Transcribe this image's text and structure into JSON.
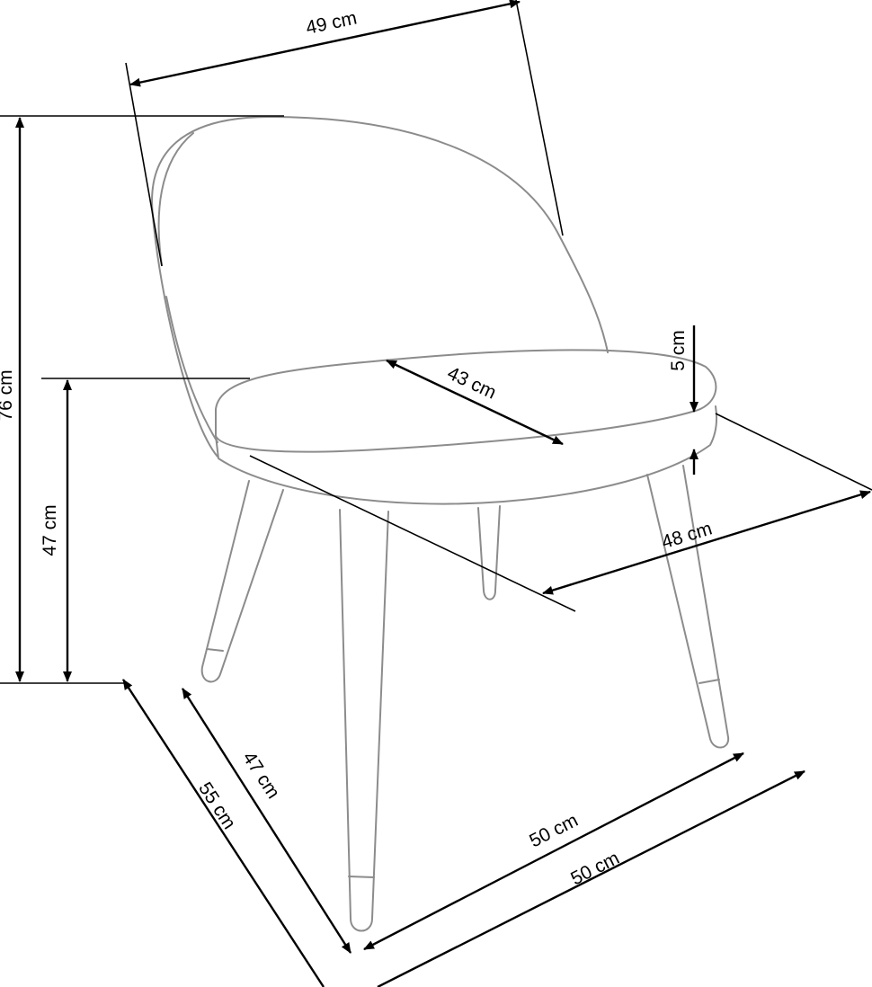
{
  "colors": {
    "outline": "#8c8c8c",
    "dimension": "#000000",
    "background": "#ffffff"
  },
  "dimensions": {
    "back_width": "49 cm",
    "total_height": "76 cm",
    "seat_height": "47 cm",
    "seat_depth": "43 cm",
    "seat_thickness": "5 cm",
    "seat_width": "48 cm",
    "base_depth_inner": "47 cm",
    "base_depth_outer": "55 cm",
    "base_width_inner": "50 cm",
    "base_width_outer": "50 cm"
  }
}
